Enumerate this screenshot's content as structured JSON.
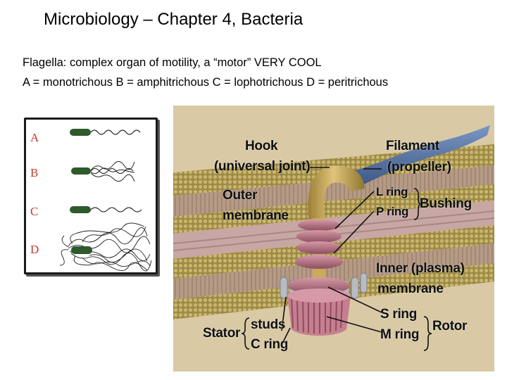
{
  "slide": {
    "title": "Microbiology – Chapter 4, Bacteria",
    "line1": "Flagella:  complex organ of motility, a “motor”  VERY COOL",
    "line2": "A = monotrichous  B = amphitrichous  C = lophotrichous  D = peritrichous"
  },
  "types_panel": {
    "letters": [
      "A",
      "B",
      "C",
      "D"
    ],
    "letter_color": "#c23a2e",
    "cell_color": "#2f5a2c"
  },
  "motor_figure": {
    "labels": {
      "hook_title": "Hook",
      "hook_sub": "(universal joint)",
      "filament_title": "Filament",
      "filament_sub": "(propeller)",
      "outer_1": "Outer",
      "outer_2": "membrane",
      "l_ring": "L ring",
      "p_ring": "P ring",
      "bushing": "Bushing",
      "inner_1": "Inner (plasma)",
      "inner_2": "membrane",
      "s_ring": "S ring",
      "m_ring": "M ring",
      "rotor": "Rotor",
      "stator": "Stator",
      "studs": "studs",
      "c_ring": "C ring"
    },
    "colors": {
      "background": "#d9c9a5",
      "membrane_heads": "#b7a35a",
      "membrane_band": "#c7a7a3",
      "hook": "#c9ab5a",
      "filament": "#4f6e9c",
      "rings": "#b06e7e",
      "studs": "#b8bcc0"
    }
  }
}
